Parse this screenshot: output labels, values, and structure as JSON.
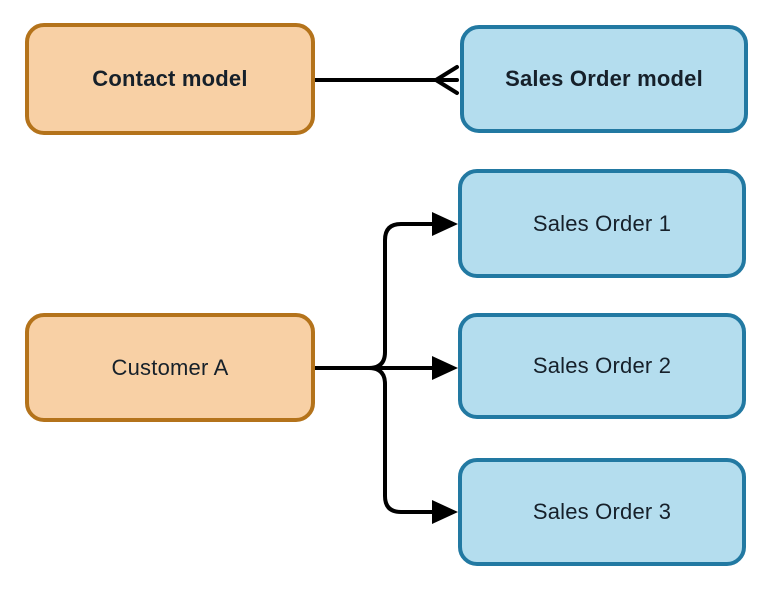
{
  "nodes": {
    "contact_model": {
      "label": "Contact model"
    },
    "sales_order_model": {
      "label": "Sales Order model"
    },
    "customer_a": {
      "label": "Customer A"
    },
    "sales_order_1": {
      "label": "Sales Order 1"
    },
    "sales_order_2": {
      "label": "Sales Order 2"
    },
    "sales_order_3": {
      "label": "Sales Order 3"
    }
  },
  "colors": {
    "orange-fill": "#f8d0a5",
    "orange-border": "#b4731b",
    "blue-fill": "#b4ddee",
    "blue-border": "#2279a2",
    "connector": "#000000",
    "text": "#16202a",
    "background": "#ffffff"
  }
}
